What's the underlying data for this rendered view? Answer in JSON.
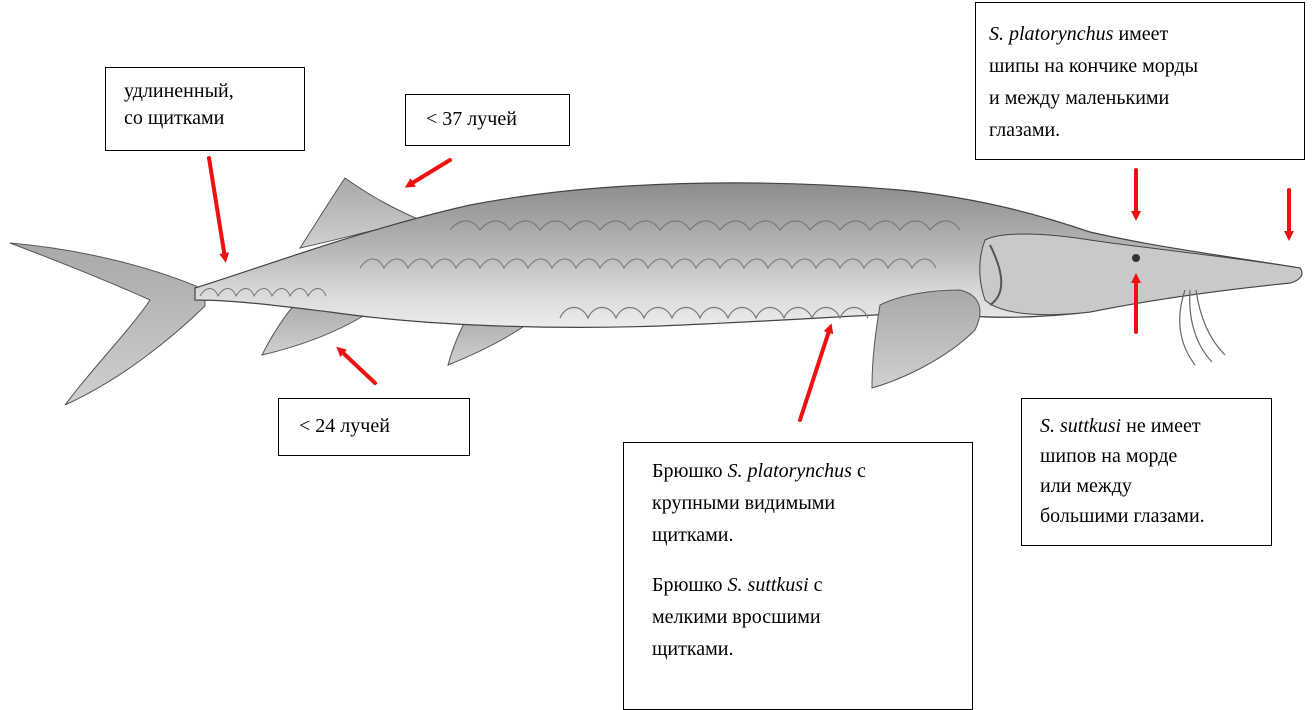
{
  "labels": {
    "tail": {
      "line1": "удлиненный,",
      "line2": "со щитками"
    },
    "dorsal": {
      "text": "< 37 лучей"
    },
    "anal": {
      "text": "< 24 лучей"
    },
    "head_top": {
      "species": "S. platorynchus",
      "line1_rest": " имеет",
      "line2": "шипы на кончике морды",
      "line3": "и между маленькими",
      "line4": "глазами."
    },
    "head_bottom": {
      "species": "S. suttkusi",
      "line1_rest": " не имеет",
      "line2": "шипов на морде",
      "line3": "или между",
      "line4": "большими глазами."
    },
    "belly": {
      "p1_prefix": "Брюшко ",
      "p1_species": "S. platorynchus",
      "p1_suffix": " с",
      "p1_line2": "крупными видимыми",
      "p1_line3": "щитками.",
      "p2_prefix": "Брюшко ",
      "p2_species": "S. suttkusi",
      "p2_suffix": " с",
      "p2_line2": "мелкими вросшими",
      "p2_line3": "щитками."
    }
  },
  "colors": {
    "arrow": "#ee1111",
    "fish_body": "#a9a9a9",
    "fish_belly": "#e6e6e6",
    "scute": "#8a8a8a"
  }
}
